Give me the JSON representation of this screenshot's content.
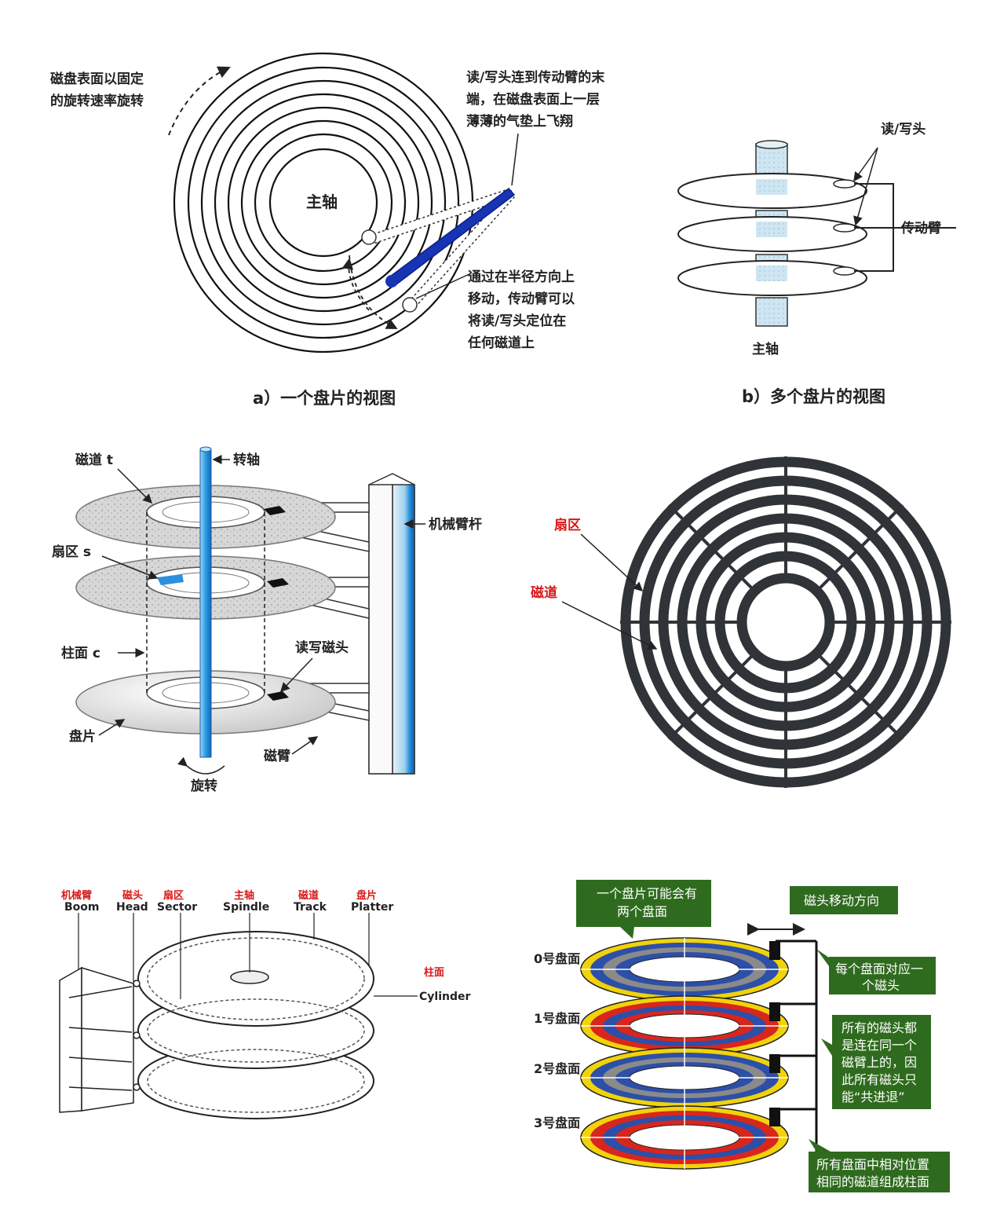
{
  "panel_a": {
    "rotation_note": [
      "磁盘表面以固定",
      "的旋转速率旋转"
    ],
    "spindle": "主轴",
    "head_note": [
      "读/写头连到传动臂的末",
      "端，在磁盘表面上一层",
      "薄薄的气垫上飞翔"
    ],
    "arm_note": [
      "通过在半径方向上",
      "移动，传动臂可以",
      "将读/写头定位在",
      "任何磁道上"
    ],
    "caption": "a）一个盘片的视图"
  },
  "panel_b": {
    "head": "读/写头",
    "arm": "传动臂",
    "spindle": "主轴",
    "caption": "b）多个盘片的视图"
  },
  "panel_c": {
    "track": "磁道 t",
    "shaft": "转轴",
    "boom": "机械臂杆",
    "sector": "扇区 s",
    "cylinder": "柱面 c",
    "rw_head": "读写磁头",
    "platter": "盘片",
    "arm": "磁臂",
    "rotate": "旋转"
  },
  "panel_d": {
    "sector": "扇区",
    "track": "磁道"
  },
  "panel_e": {
    "labels": [
      {
        "cn": "机械臂",
        "en": "Boom"
      },
      {
        "cn": "磁头",
        "en": "Head"
      },
      {
        "cn": "扇区",
        "en": "Sector"
      },
      {
        "cn": "主轴",
        "en": "Spindle"
      },
      {
        "cn": "磁道",
        "en": "Track"
      },
      {
        "cn": "盘片",
        "en": "Platter"
      }
    ],
    "cylinder_cn": "柱面",
    "cylinder_en": "Cylinder"
  },
  "panel_f": {
    "top_box": [
      "一个盘片可能会有",
      "两个盘面"
    ],
    "direction": "磁头移动方向",
    "surfaces": [
      "0号盘面",
      "1号盘面",
      "2号盘面",
      "3号盘面"
    ],
    "box1": [
      "每个盘面对应一",
      "个磁头"
    ],
    "box2": [
      "所有的磁头都",
      "是连在同一个",
      "磁臂上的，因",
      "此所有磁头只",
      "能“共进退”"
    ],
    "box3": [
      "所有盘面中相对位置",
      "相同的磁道组成柱面"
    ],
    "colors": {
      "box": "#2f6b1e",
      "yellow": "#f2d20a",
      "red": "#d9261c",
      "blue": "#2c4fa8",
      "gray": "#8a8a8a"
    }
  }
}
